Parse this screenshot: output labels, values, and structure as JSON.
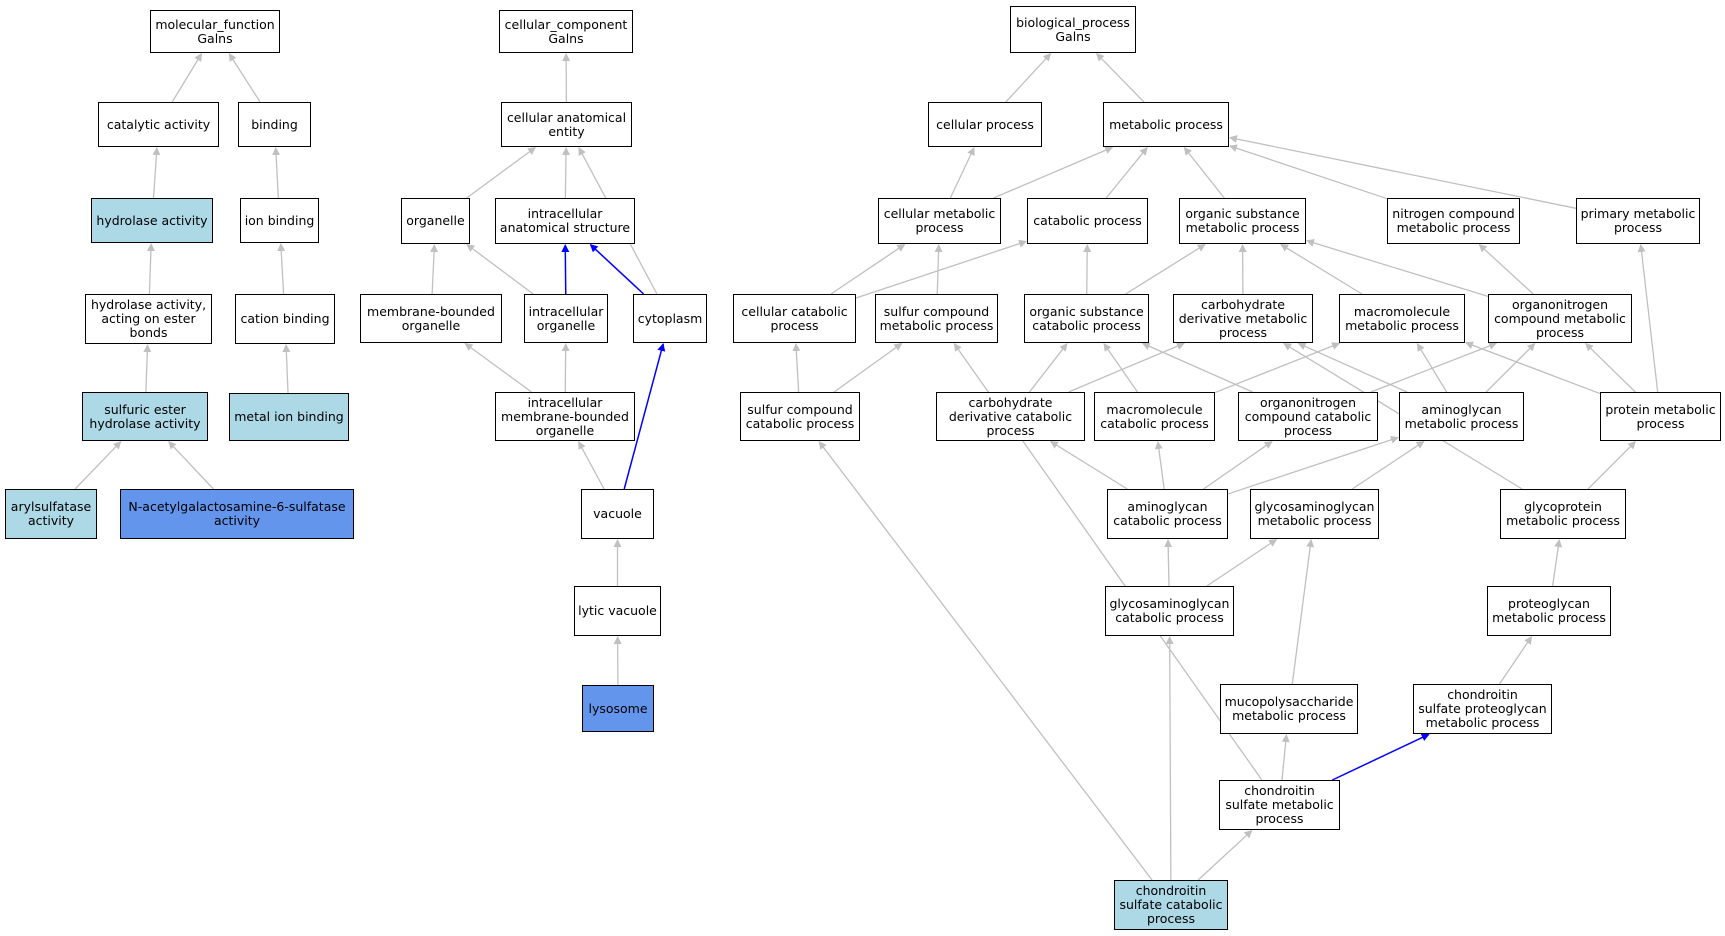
{
  "colors": {
    "edge_default": "#c0c0c0",
    "edge_highlight": "#0000ff",
    "node_white": "#ffffff",
    "node_light": "#add8e6",
    "node_dark": "#6495ed"
  },
  "nodes": [
    {
      "id": "mf",
      "label": "molecular_function\nGalns",
      "fill": "white"
    },
    {
      "id": "catalytic",
      "label": "catalytic activity",
      "fill": "white"
    },
    {
      "id": "binding",
      "label": "binding",
      "fill": "white"
    },
    {
      "id": "hydrolase",
      "label": "hydrolase activity",
      "fill": "light"
    },
    {
      "id": "ion_binding",
      "label": "ion binding",
      "fill": "white"
    },
    {
      "id": "hydrolase_ester",
      "label": "hydrolase activity,\nacting on ester\nbonds",
      "fill": "white"
    },
    {
      "id": "cation_binding",
      "label": "cation binding",
      "fill": "white"
    },
    {
      "id": "sulfuric_ester",
      "label": "sulfuric ester\nhydrolase activity",
      "fill": "light"
    },
    {
      "id": "metal_ion",
      "label": "metal ion binding",
      "fill": "light"
    },
    {
      "id": "arylsulfatase",
      "label": "arylsulfatase\nactivity",
      "fill": "light"
    },
    {
      "id": "nag6s",
      "label": "N-acetylgalactosamine-6-sulfatase\nactivity",
      "fill": "dark"
    },
    {
      "id": "cc",
      "label": "cellular_component\nGalns",
      "fill": "white"
    },
    {
      "id": "cae",
      "label": "cellular anatomical\nentity",
      "fill": "white"
    },
    {
      "id": "organelle",
      "label": "organelle",
      "fill": "white"
    },
    {
      "id": "ias",
      "label": "intracellular\nanatomical structure",
      "fill": "white"
    },
    {
      "id": "mbo",
      "label": "membrane-bounded\norganelle",
      "fill": "white"
    },
    {
      "id": "io",
      "label": "intracellular\norganelle",
      "fill": "white"
    },
    {
      "id": "cytoplasm",
      "label": "cytoplasm",
      "fill": "white"
    },
    {
      "id": "imbo",
      "label": "intracellular\nmembrane-bounded\norganelle",
      "fill": "white"
    },
    {
      "id": "vacuole",
      "label": "vacuole",
      "fill": "white"
    },
    {
      "id": "lytic",
      "label": "lytic vacuole",
      "fill": "white"
    },
    {
      "id": "lysosome",
      "label": "lysosome",
      "fill": "dark"
    },
    {
      "id": "bp",
      "label": "biological_process\nGalns",
      "fill": "white"
    },
    {
      "id": "cell_proc",
      "label": "cellular process",
      "fill": "white"
    },
    {
      "id": "met_proc",
      "label": "metabolic process",
      "fill": "white"
    },
    {
      "id": "cell_met",
      "label": "cellular metabolic\nprocess",
      "fill": "white"
    },
    {
      "id": "catab",
      "label": "catabolic process",
      "fill": "white"
    },
    {
      "id": "osmp",
      "label": "organic substance\nmetabolic process",
      "fill": "white"
    },
    {
      "id": "ncmp",
      "label": "nitrogen compound\nmetabolic process",
      "fill": "white"
    },
    {
      "id": "pmp",
      "label": "primary metabolic\nprocess",
      "fill": "white"
    },
    {
      "id": "ccp",
      "label": "cellular catabolic\nprocess",
      "fill": "white"
    },
    {
      "id": "scmp",
      "label": "sulfur compound\nmetabolic process",
      "fill": "white"
    },
    {
      "id": "oscp",
      "label": "organic substance\ncatabolic process",
      "fill": "white"
    },
    {
      "id": "cdmp",
      "label": "carbohydrate\nderivative metabolic\nprocess",
      "fill": "white"
    },
    {
      "id": "mmp",
      "label": "macromolecule\nmetabolic process",
      "fill": "white"
    },
    {
      "id": "ocmp",
      "label": "organonitrogen\ncompound metabolic\nprocess",
      "fill": "white"
    },
    {
      "id": "sccp",
      "label": "sulfur compound\ncatabolic process",
      "fill": "white"
    },
    {
      "id": "cdcp",
      "label": "carbohydrate\nderivative catabolic\nprocess",
      "fill": "white"
    },
    {
      "id": "mcp",
      "label": "macromolecule\ncatabolic process",
      "fill": "white"
    },
    {
      "id": "occp",
      "label": "organonitrogen\ncompound catabolic\nprocess",
      "fill": "white"
    },
    {
      "id": "agmp",
      "label": "aminoglycan\nmetabolic process",
      "fill": "white"
    },
    {
      "id": "protmp",
      "label": "protein metabolic\nprocess",
      "fill": "white"
    },
    {
      "id": "agcp",
      "label": "aminoglycan\ncatabolic process",
      "fill": "white"
    },
    {
      "id": "gagmp",
      "label": "glycosaminoglycan\nmetabolic process",
      "fill": "white"
    },
    {
      "id": "gpmp",
      "label": "glycoprotein\nmetabolic process",
      "fill": "white"
    },
    {
      "id": "gagcp",
      "label": "glycosaminoglycan\ncatabolic process",
      "fill": "white"
    },
    {
      "id": "pgmp",
      "label": "proteoglycan\nmetabolic process",
      "fill": "white"
    },
    {
      "id": "mpsmp",
      "label": "mucopolysaccharide\nmetabolic process",
      "fill": "white"
    },
    {
      "id": "cspgmp",
      "label": "chondroitin\nsulfate proteoglycan\nmetabolic process",
      "fill": "white"
    },
    {
      "id": "csmp",
      "label": "chondroitin\nsulfate metabolic\nprocess",
      "fill": "white"
    },
    {
      "id": "cscp",
      "label": "chondroitin\nsulfate catabolic\nprocess",
      "fill": "light"
    }
  ],
  "edges": [
    {
      "from": "catalytic",
      "to": "mf"
    },
    {
      "from": "binding",
      "to": "mf"
    },
    {
      "from": "hydrolase",
      "to": "catalytic"
    },
    {
      "from": "ion_binding",
      "to": "binding"
    },
    {
      "from": "hydrolase_ester",
      "to": "hydrolase"
    },
    {
      "from": "cation_binding",
      "to": "ion_binding"
    },
    {
      "from": "sulfuric_ester",
      "to": "hydrolase_ester"
    },
    {
      "from": "metal_ion",
      "to": "cation_binding"
    },
    {
      "from": "arylsulfatase",
      "to": "sulfuric_ester"
    },
    {
      "from": "nag6s",
      "to": "sulfuric_ester"
    },
    {
      "from": "cae",
      "to": "cc"
    },
    {
      "from": "organelle",
      "to": "cae"
    },
    {
      "from": "ias",
      "to": "cae"
    },
    {
      "from": "cytoplasm",
      "to": "cae"
    },
    {
      "from": "mbo",
      "to": "organelle"
    },
    {
      "from": "io",
      "to": "organelle"
    },
    {
      "from": "io",
      "to": "ias",
      "highlight": true
    },
    {
      "from": "cytoplasm",
      "to": "ias",
      "highlight": true
    },
    {
      "from": "imbo",
      "to": "mbo"
    },
    {
      "from": "imbo",
      "to": "io"
    },
    {
      "from": "vacuole",
      "to": "imbo"
    },
    {
      "from": "vacuole",
      "to": "cytoplasm",
      "highlight": true
    },
    {
      "from": "lytic",
      "to": "vacuole"
    },
    {
      "from": "lysosome",
      "to": "lytic"
    },
    {
      "from": "cell_proc",
      "to": "bp"
    },
    {
      "from": "met_proc",
      "to": "bp"
    },
    {
      "from": "cell_met",
      "to": "cell_proc"
    },
    {
      "from": "cell_met",
      "to": "met_proc"
    },
    {
      "from": "catab",
      "to": "met_proc"
    },
    {
      "from": "osmp",
      "to": "met_proc"
    },
    {
      "from": "ncmp",
      "to": "met_proc"
    },
    {
      "from": "pmp",
      "to": "met_proc"
    },
    {
      "from": "ccp",
      "to": "cell_met"
    },
    {
      "from": "ccp",
      "to": "catab"
    },
    {
      "from": "scmp",
      "to": "cell_met"
    },
    {
      "from": "oscp",
      "to": "catab"
    },
    {
      "from": "oscp",
      "to": "osmp"
    },
    {
      "from": "cdmp",
      "to": "osmp"
    },
    {
      "from": "mmp",
      "to": "osmp"
    },
    {
      "from": "ocmp",
      "to": "osmp"
    },
    {
      "from": "ocmp",
      "to": "ncmp"
    },
    {
      "from": "sccp",
      "to": "ccp"
    },
    {
      "from": "sccp",
      "to": "scmp"
    },
    {
      "from": "cdcp",
      "to": "oscp"
    },
    {
      "from": "cdcp",
      "to": "cdmp"
    },
    {
      "from": "mcp",
      "to": "oscp"
    },
    {
      "from": "mcp",
      "to": "mmp"
    },
    {
      "from": "occp",
      "to": "oscp"
    },
    {
      "from": "occp",
      "to": "ocmp"
    },
    {
      "from": "agmp",
      "to": "cdmp"
    },
    {
      "from": "agmp",
      "to": "mmp"
    },
    {
      "from": "agmp",
      "to": "ocmp"
    },
    {
      "from": "protmp",
      "to": "pmp"
    },
    {
      "from": "protmp",
      "to": "mmp"
    },
    {
      "from": "protmp",
      "to": "ocmp"
    },
    {
      "from": "agcp",
      "to": "cdcp"
    },
    {
      "from": "agcp",
      "to": "mcp"
    },
    {
      "from": "agcp",
      "to": "occp"
    },
    {
      "from": "agcp",
      "to": "agmp"
    },
    {
      "from": "gagmp",
      "to": "agmp"
    },
    {
      "from": "gpmp",
      "to": "protmp"
    },
    {
      "from": "gpmp",
      "to": "cdmp"
    },
    {
      "from": "gagcp",
      "to": "agcp"
    },
    {
      "from": "gagcp",
      "to": "gagmp"
    },
    {
      "from": "pgmp",
      "to": "gpmp"
    },
    {
      "from": "mpsmp",
      "to": "gagmp"
    },
    {
      "from": "cspgmp",
      "to": "pgmp"
    },
    {
      "from": "csmp",
      "to": "mpsmp"
    },
    {
      "from": "csmp",
      "to": "cspgmp",
      "highlight": true
    },
    {
      "from": "csmp",
      "to": "scmp"
    },
    {
      "from": "cscp",
      "to": "csmp"
    },
    {
      "from": "cscp",
      "to": "gagcp"
    },
    {
      "from": "cscp",
      "to": "sccp"
    }
  ]
}
